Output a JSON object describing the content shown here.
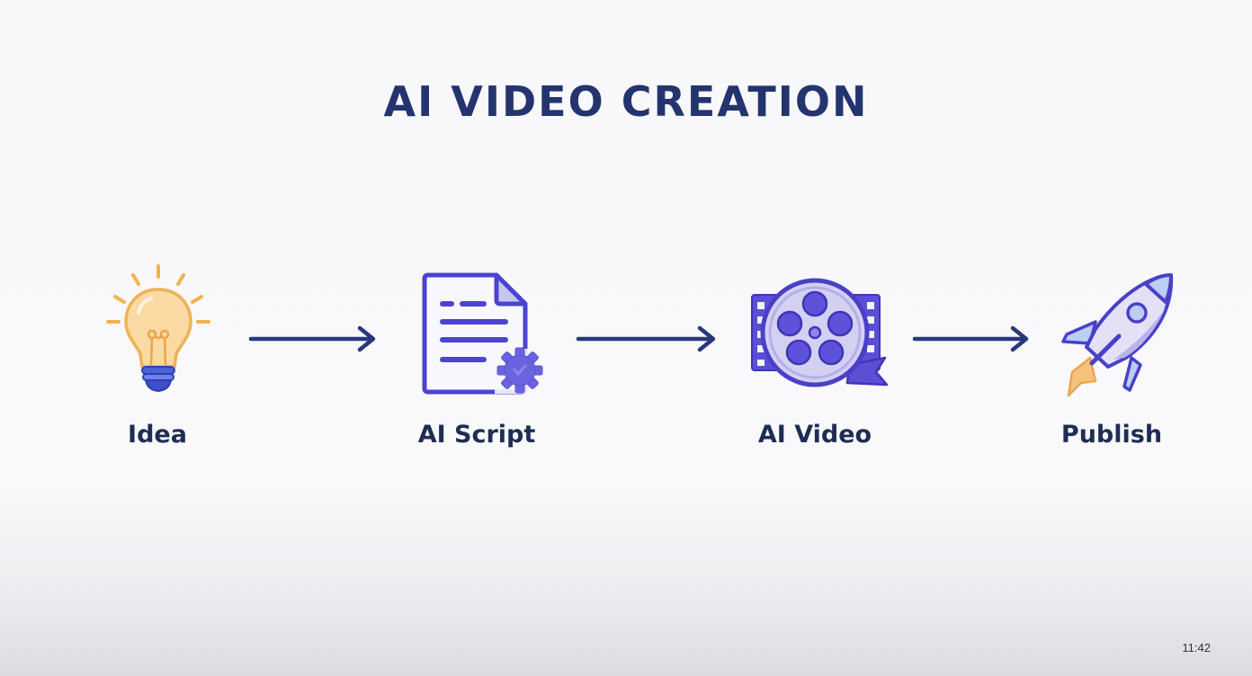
{
  "title": "AI VIDEO CREATION",
  "steps": [
    {
      "label": "Idea",
      "icon": "lightbulb-icon"
    },
    {
      "label": "AI Script",
      "icon": "script-document-gear-icon"
    },
    {
      "label": "AI Video",
      "icon": "film-reel-icon"
    },
    {
      "label": "Publish",
      "icon": "rocket-icon"
    }
  ],
  "connectors": [
    "arrow-right-icon",
    "arrow-right-icon",
    "arrow-right-icon"
  ],
  "colors": {
    "title": "#24346f",
    "label": "#1f2d55",
    "arrow": "#27387a",
    "accent_purple": "#5a4fcf",
    "accent_light": "#c9c4f0",
    "bulb": "#f2c27a"
  },
  "timestamp": "11:42"
}
